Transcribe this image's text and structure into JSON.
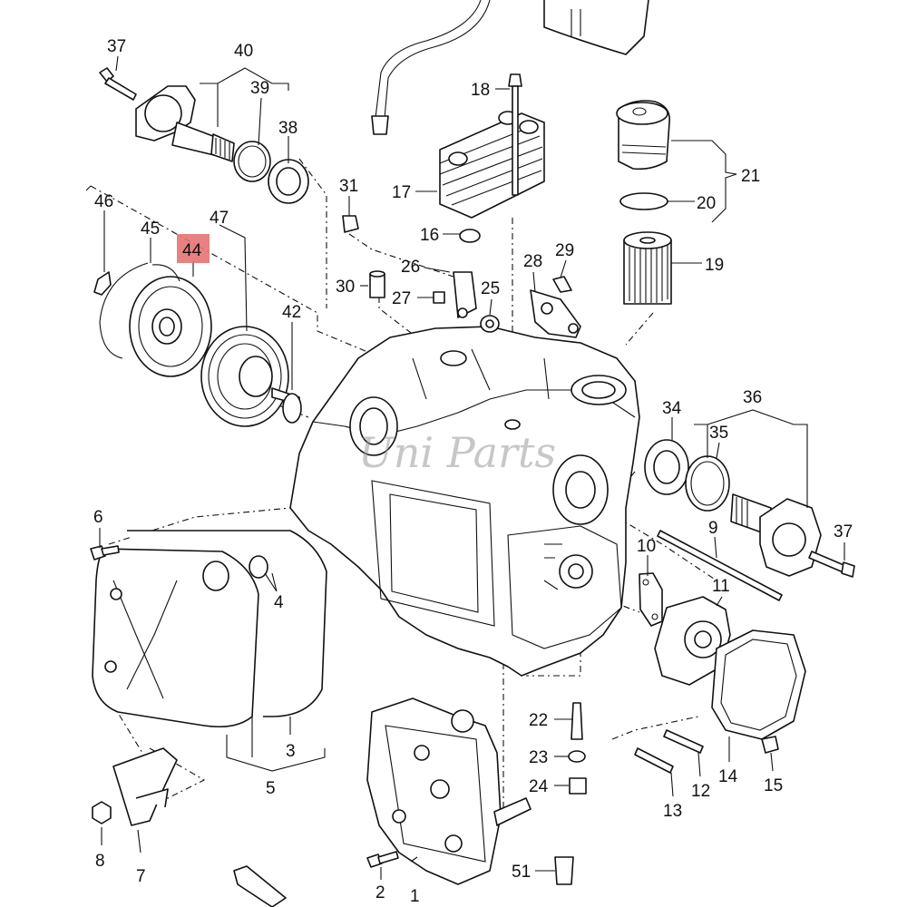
{
  "watermark": "Uni Parts",
  "highlighted_callout": "44",
  "callouts": [
    {
      "id": "c1",
      "label": "1"
    },
    {
      "id": "c2",
      "label": "2"
    },
    {
      "id": "c3",
      "label": "3"
    },
    {
      "id": "c4",
      "label": "4"
    },
    {
      "id": "c5",
      "label": "5"
    },
    {
      "id": "c6",
      "label": "6"
    },
    {
      "id": "c7",
      "label": "7"
    },
    {
      "id": "c8",
      "label": "8"
    },
    {
      "id": "c9",
      "label": "9"
    },
    {
      "id": "c10",
      "label": "10"
    },
    {
      "id": "c11",
      "label": "11"
    },
    {
      "id": "c12",
      "label": "12"
    },
    {
      "id": "c13",
      "label": "13"
    },
    {
      "id": "c14",
      "label": "14"
    },
    {
      "id": "c15",
      "label": "15"
    },
    {
      "id": "c16",
      "label": "16"
    },
    {
      "id": "c17",
      "label": "17"
    },
    {
      "id": "c18",
      "label": "18"
    },
    {
      "id": "c19",
      "label": "19"
    },
    {
      "id": "c20",
      "label": "20"
    },
    {
      "id": "c21",
      "label": "21"
    },
    {
      "id": "c22",
      "label": "22"
    },
    {
      "id": "c23",
      "label": "23"
    },
    {
      "id": "c24",
      "label": "24"
    },
    {
      "id": "c25",
      "label": "25"
    },
    {
      "id": "c26",
      "label": "26"
    },
    {
      "id": "c27",
      "label": "27"
    },
    {
      "id": "c28",
      "label": "28"
    },
    {
      "id": "c29",
      "label": "29"
    },
    {
      "id": "c30",
      "label": "30"
    },
    {
      "id": "c31",
      "label": "31"
    },
    {
      "id": "c34",
      "label": "34"
    },
    {
      "id": "c35",
      "label": "35"
    },
    {
      "id": "c36",
      "label": "36"
    },
    {
      "id": "c37a",
      "label": "37"
    },
    {
      "id": "c37b",
      "label": "37"
    },
    {
      "id": "c38",
      "label": "38"
    },
    {
      "id": "c39",
      "label": "39"
    },
    {
      "id": "c40",
      "label": "40"
    },
    {
      "id": "c42",
      "label": "42"
    },
    {
      "id": "c44",
      "label": "44"
    },
    {
      "id": "c45",
      "label": "45"
    },
    {
      "id": "c46",
      "label": "46"
    },
    {
      "id": "c47",
      "label": "47"
    },
    {
      "id": "c51",
      "label": "51"
    }
  ]
}
